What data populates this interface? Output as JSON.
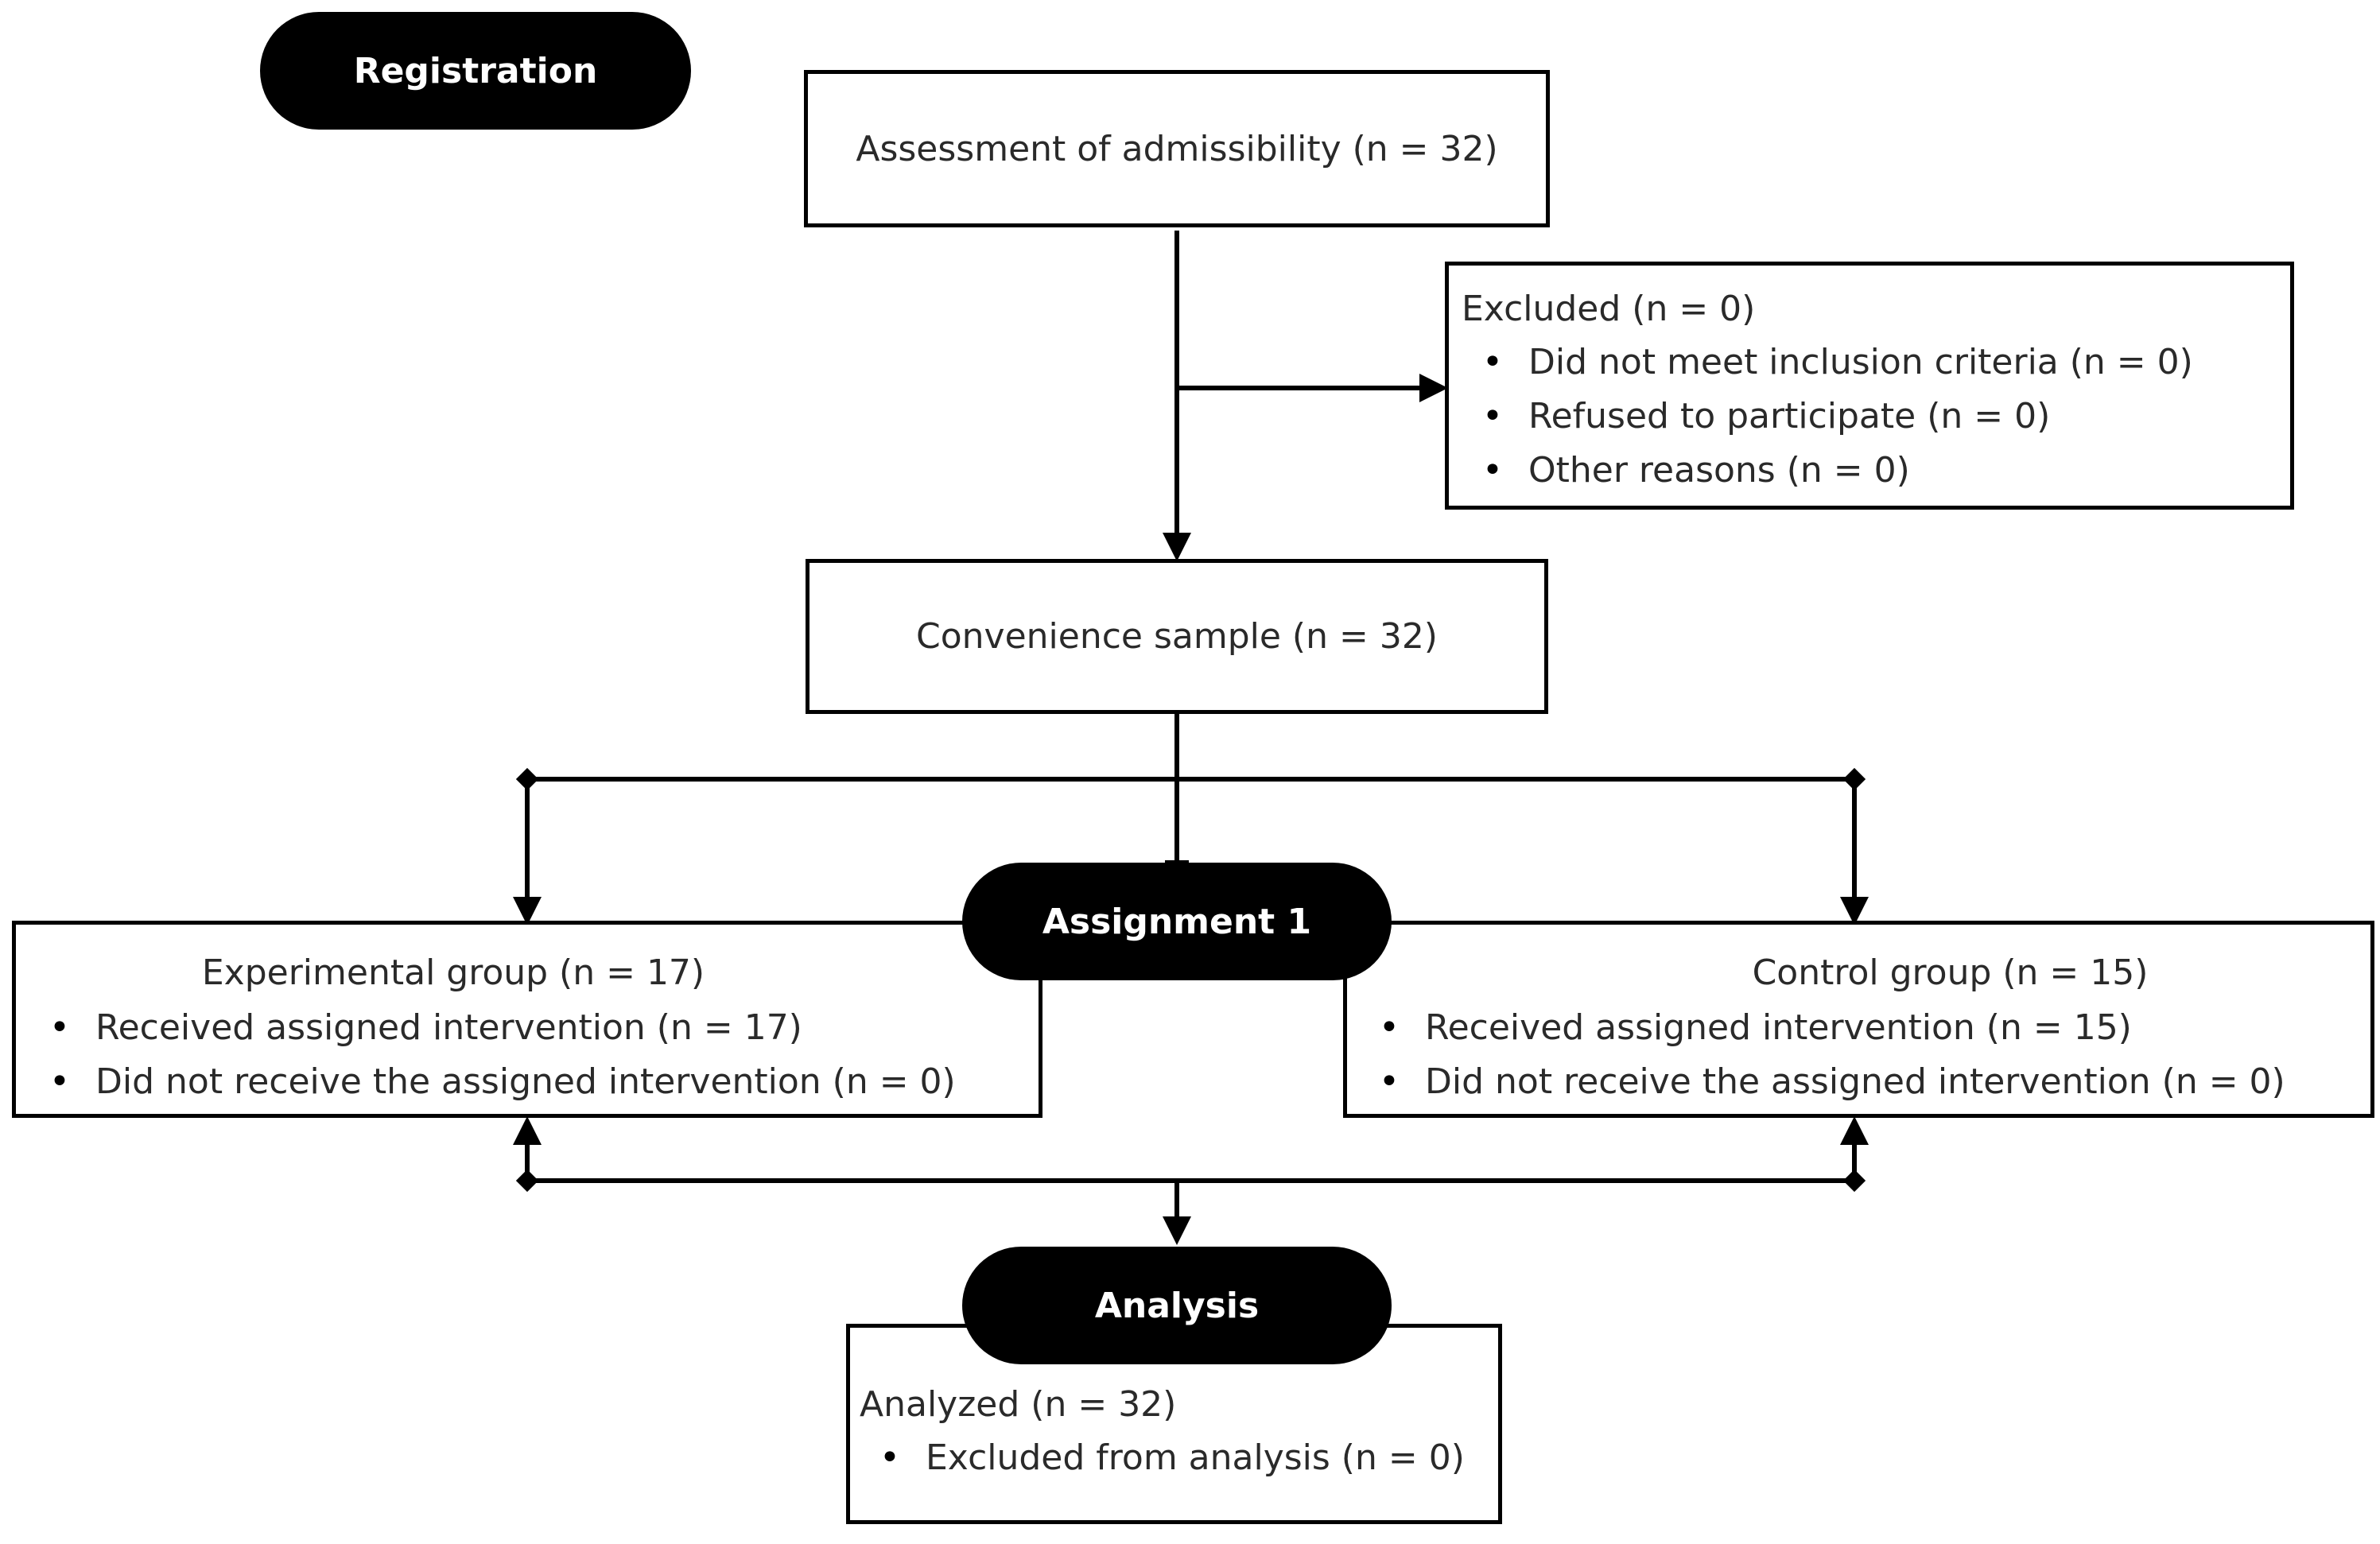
{
  "stages": {
    "registration": "Registration",
    "assignment": "Assignment 1",
    "analysis": "Analysis"
  },
  "assessment": {
    "label": "Assessment of admissibility (n = 32)"
  },
  "excluded": {
    "title": "Excluded (n = 0)",
    "items": [
      "Did not meet inclusion criteria (n = 0)",
      "Refused to participate (n = 0)",
      "Other reasons (n = 0)"
    ]
  },
  "sample": {
    "label": "Convenience sample (n = 32)"
  },
  "experimental": {
    "title": "Experimental group (n = 17)",
    "items": [
      "Received assigned intervention (n = 17)",
      "Did not receive the assigned intervention (n = 0)"
    ]
  },
  "control": {
    "title": "Control group (n = 15)",
    "items": [
      "Received assigned intervention (n = 15)",
      "Did not receive the assigned intervention (n = 0)"
    ]
  },
  "analyzed": {
    "title": "Analyzed (n = 32)",
    "items": [
      "Excluded from analysis (n = 0)"
    ]
  }
}
